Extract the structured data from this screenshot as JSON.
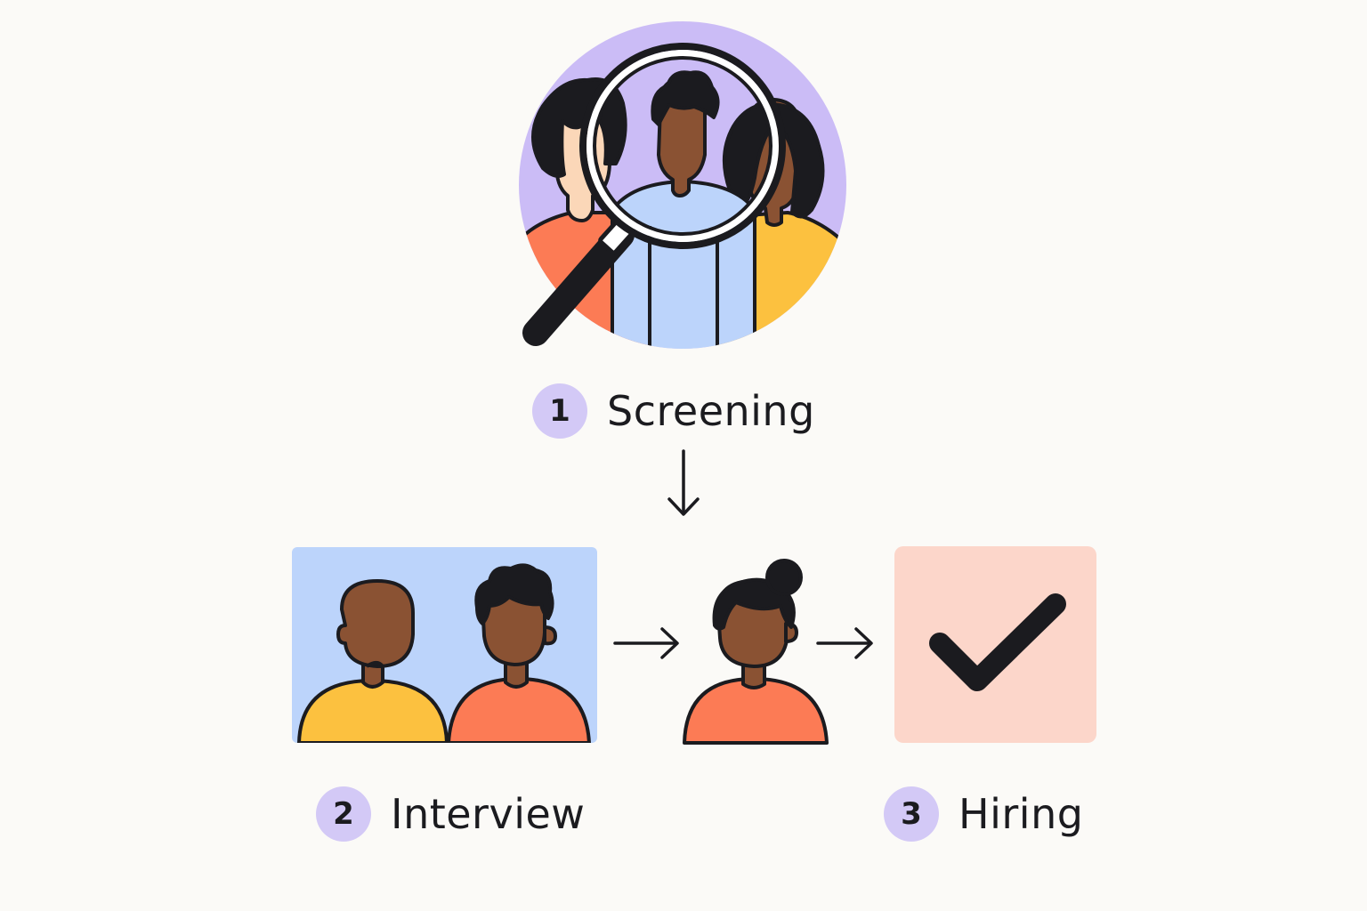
{
  "colors": {
    "background": "#fbfaf7",
    "accent_purple": "#cbbcf6",
    "badge_purple": "#d3c9f6",
    "interview_blue": "#bcd4fb",
    "hired_peach": "#fcd6ca",
    "shirt_orange": "#fc7b55",
    "shirt_yellow": "#fcc13f",
    "skin_brown": "#8a5233",
    "skin_light": "#fbd7b8",
    "ink": "#1b1b1f"
  },
  "steps": [
    {
      "number": "1",
      "label": "Screening",
      "icon": "magnifying-glass-icon"
    },
    {
      "number": "2",
      "label": "Interview",
      "icon": "two-people-icon"
    },
    {
      "number": "3",
      "label": "Hiring",
      "icon": "checkmark-icon"
    }
  ],
  "arrows": [
    "arrow-down-icon",
    "arrow-right-icon",
    "arrow-right-icon"
  ]
}
